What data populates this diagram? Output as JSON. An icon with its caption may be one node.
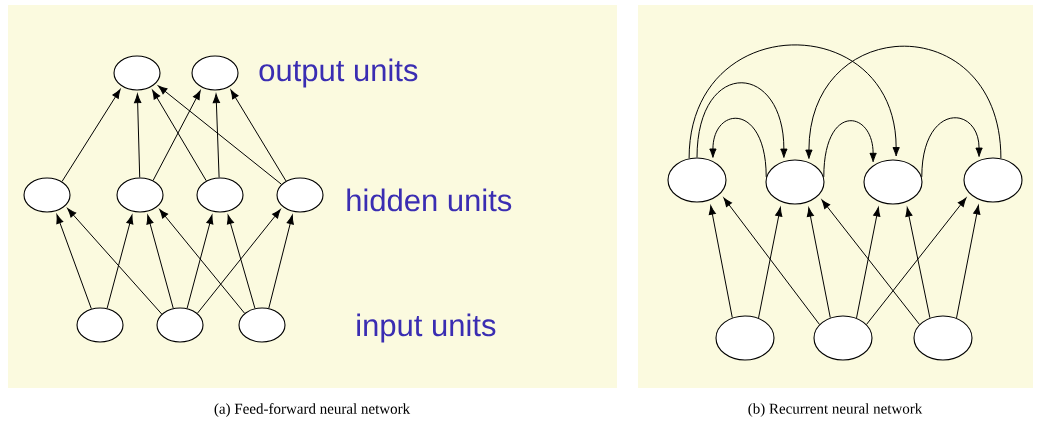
{
  "diagram": {
    "nodes": [
      {
        "text": [],
        "shape": "box"
      },
      {
        "text": [],
        "shape": "circle",
        "in": 0
      },
      {
        "text": [],
        "shape": "circle",
        "in": 0
      },
      {
        "text": [],
        "shape": "circle",
        "in": 0
      },
      {
        "text": [],
        "shape": "circle",
        "in": 0
      },
      {
        "text": [],
        "shape": "circle",
        "in": 0
      },
      {
        "text": [],
        "shape": "circle",
        "in": 0
      },
      {
        "text": [],
        "shape": "circle",
        "in": 0
      },
      {
        "text": [],
        "shape": "circle",
        "in": 0
      },
      {
        "text": [],
        "shape": "circle",
        "in": 0
      },
      {
        "text": [],
        "shape": "box"
      },
      {
        "text": [],
        "shape": "circle",
        "in": 10
      },
      {
        "text": [],
        "shape": "circle",
        "in": 10
      },
      {
        "text": [],
        "shape": "circle",
        "in": 10
      },
      {
        "text": [],
        "shape": "circle",
        "in": 10
      },
      {
        "text": [],
        "shape": "circle",
        "in": 10
      },
      {
        "text": [],
        "shape": "circle",
        "in": 10
      },
      {
        "text": [],
        "shape": "circle",
        "in": 10
      }
    ],
    "edges": [
      {
        "from": 7,
        "to": 3,
        "arrow": "to"
      },
      {
        "from": 7,
        "to": 4,
        "arrow": "to"
      },
      {
        "from": 8,
        "to": 3,
        "arrow": "to"
      },
      {
        "from": 8,
        "to": 4,
        "arrow": "to"
      },
      {
        "from": 8,
        "to": 5,
        "arrow": "to"
      },
      {
        "from": 8,
        "to": 6,
        "arrow": "to"
      },
      {
        "from": 9,
        "to": 4,
        "arrow": "to"
      },
      {
        "from": 9,
        "to": 5,
        "arrow": "to"
      },
      {
        "from": 9,
        "to": 6,
        "arrow": "to"
      },
      {
        "from": 3,
        "to": 1,
        "arrow": "to"
      },
      {
        "from": 4,
        "to": 1,
        "arrow": "to"
      },
      {
        "from": 4,
        "to": 2,
        "arrow": "to"
      },
      {
        "from": 5,
        "to": 1,
        "arrow": "to"
      },
      {
        "from": 5,
        "to": 2,
        "arrow": "to"
      },
      {
        "from": 6,
        "to": 1,
        "arrow": "to"
      },
      {
        "from": 6,
        "to": 2,
        "arrow": "to"
      },
      {
        "from": 15,
        "to": 11,
        "arrow": "to"
      },
      {
        "from": 15,
        "to": 12,
        "arrow": "to"
      },
      {
        "from": 16,
        "to": 11,
        "arrow": "to"
      },
      {
        "from": 16,
        "to": 12,
        "arrow": "to"
      },
      {
        "from": 16,
        "to": 13,
        "arrow": "to"
      },
      {
        "from": 16,
        "to": 14,
        "arrow": "to"
      },
      {
        "from": 17,
        "to": 12,
        "arrow": "to"
      },
      {
        "from": 17,
        "to": 13,
        "arrow": "to"
      },
      {
        "from": 17,
        "to": 14,
        "arrow": "to"
      },
      {
        "from": 11,
        "to": 13,
        "arrow": "to"
      },
      {
        "from": 14,
        "to": 12,
        "arrow": "to"
      },
      {
        "from": 11,
        "to": 12,
        "arrow": "to"
      },
      {
        "from": 12,
        "to": 11,
        "arrow": "to"
      },
      {
        "from": 12,
        "to": 13,
        "arrow": "to"
      },
      {
        "from": 13,
        "to": 14,
        "arrow": "to"
      }
    ],
    "labels": [
      "output units",
      "hidden units",
      "input units",
      "(a)  Feed-forward neural network",
      "(b)  Recurrent neural network"
    ]
  }
}
